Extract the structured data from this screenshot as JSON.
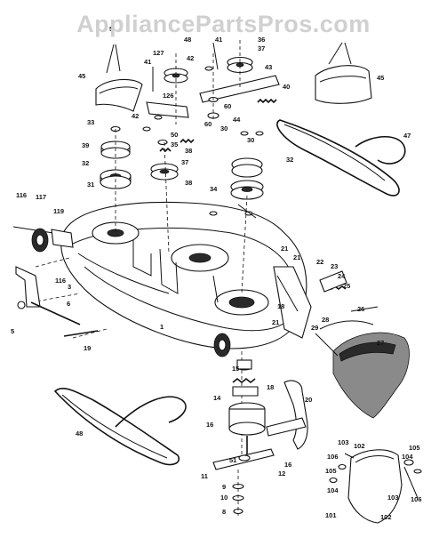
{
  "watermark": "AppliancePartsPros.com",
  "part_labels": [
    "5",
    "48",
    "41",
    "36",
    "37",
    "45",
    "127",
    "42",
    "41",
    "43",
    "40",
    "126",
    "42",
    "60",
    "44",
    "33",
    "50",
    "35",
    "60",
    "30",
    "39",
    "37",
    "38",
    "30",
    "32",
    "32",
    "31",
    "38",
    "34",
    "116",
    "117",
    "119",
    "21",
    "22",
    "21",
    "23",
    "24",
    "25",
    "26",
    "3",
    "116",
    "18",
    "6",
    "21",
    "28",
    "29",
    "5",
    "1",
    "27",
    "19",
    "15",
    "14",
    "16",
    "18",
    "20",
    "48",
    "16",
    "103",
    "102",
    "106",
    "105",
    "104",
    "11",
    "12",
    "105",
    "51",
    "104",
    "10",
    "103",
    "8",
    "101",
    "102",
    "106",
    "9",
    "47",
    "45"
  ]
}
